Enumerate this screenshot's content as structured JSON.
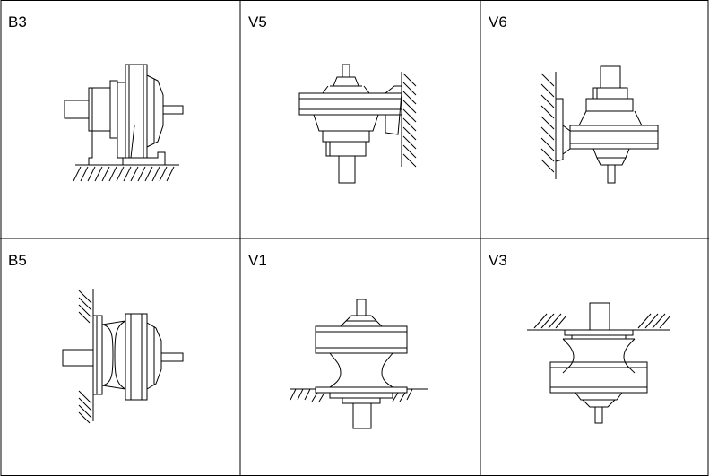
{
  "grid": {
    "line_color": "#000000",
    "cells": [
      {
        "label": "B3",
        "drawing": "horizontal-foot-mounted-gearbox"
      },
      {
        "label": "V5",
        "drawing": "vertical-wall-mounted-gearbox-right"
      },
      {
        "label": "V6",
        "drawing": "vertical-wall-mounted-gearbox-left"
      },
      {
        "label": "B5",
        "drawing": "horizontal-flange-mounted-gearbox"
      },
      {
        "label": "V1",
        "drawing": "vertical-flange-mounted-gearbox-shaft-down"
      },
      {
        "label": "V3",
        "drawing": "vertical-flange-mounted-gearbox-shaft-up"
      }
    ]
  }
}
